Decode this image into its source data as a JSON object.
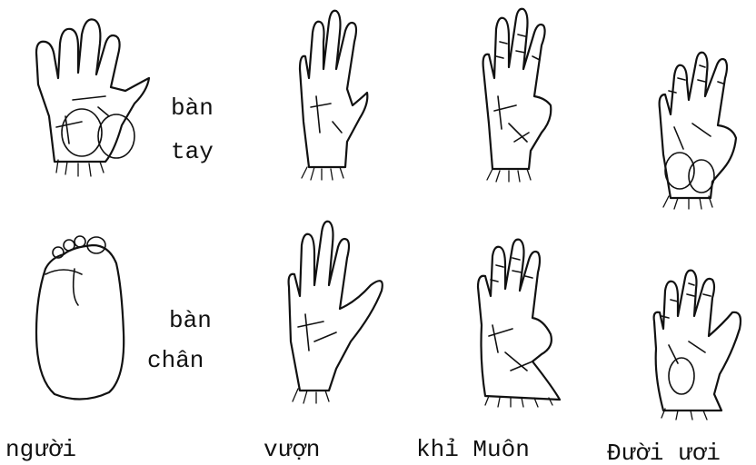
{
  "labels": {
    "hand": [
      "bàn",
      "tay"
    ],
    "foot": [
      "bàn",
      "chân"
    ]
  },
  "captions": {
    "human": "người",
    "ape": "vượn",
    "monkey": "khỉ Muôn",
    "lemur": "Đười ươi"
  },
  "colors": {
    "ink": "#111111",
    "paper": "#ffffff"
  }
}
